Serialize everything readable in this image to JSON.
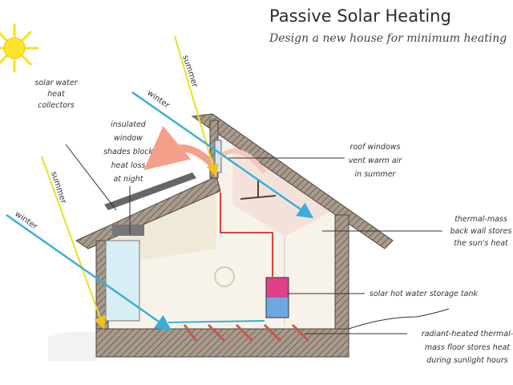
{
  "header": {
    "title": "Passive Solar Heating",
    "subtitle": "Design a new house for minimum heating"
  },
  "rays": {
    "summer_upper": "summer",
    "winter_upper": "winter",
    "summer_lower": "summer",
    "winter_lower": "winter"
  },
  "labels": {
    "collectors": [
      "solar water",
      "heat",
      "collectors"
    ],
    "shades": [
      "insulated",
      "window",
      "shades block",
      "heat loss",
      "at night"
    ],
    "roof_windows": [
      "roof windows",
      "vent warm air",
      "in summer"
    ],
    "back_wall": [
      "thermal-mass",
      "back wall stores",
      "the sun's heat"
    ],
    "tank": "solar hot water storage tank",
    "floor": [
      "radiant-heated thermal-",
      "mass floor stores heat",
      "during sunlight hours"
    ]
  },
  "colors": {
    "sun": "#f7e21a",
    "summer_ray": "#e8e020",
    "winter_ray": "#3aaed8",
    "wall": "#8a7d70",
    "warm_air": "#f4a08a",
    "pipe": "#e0403a"
  }
}
